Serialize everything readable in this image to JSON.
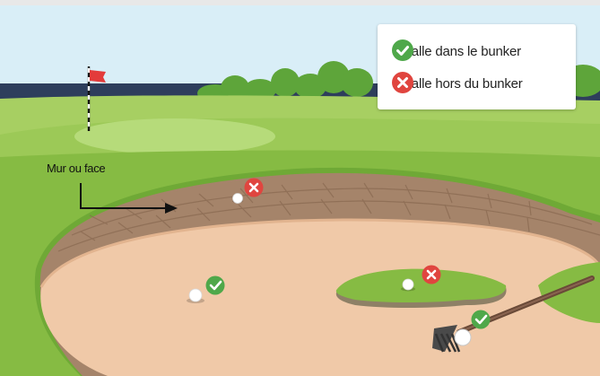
{
  "legend": {
    "items": [
      {
        "label": "Balle dans le bunker",
        "icon": "check-circle-icon",
        "color": "#4fa84a"
      },
      {
        "label": "Balle hors du bunker",
        "icon": "x-circle-icon",
        "color": "#e0453f"
      }
    ]
  },
  "callout": {
    "label": "Mur ou face"
  },
  "colors": {
    "sky": "#d9eef7",
    "water": "#2e3e5c",
    "grass_light": "#a7cf62",
    "grass": "#86bb43",
    "sand": "#f0c9a8",
    "bunker_wall": "#a5846a",
    "flag": "#e33b3b",
    "in_bunker": "#4fa84a",
    "out_of_bunker": "#e0453f"
  }
}
